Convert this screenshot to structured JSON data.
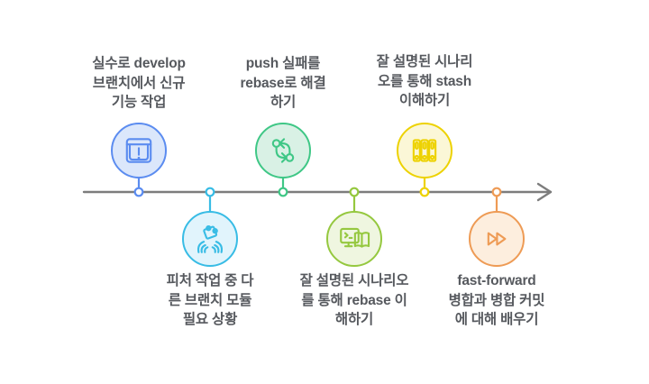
{
  "timeline": {
    "direction": "left-to-right",
    "axis_color": "#7d7d7d",
    "text_color": "#56595e",
    "items": [
      {
        "label": "실수로 develop\n브랜치에서 신규\n기능 작업",
        "icon": "window-alert-icon",
        "side": "top",
        "accent_color": "#5b8cf0",
        "fill_color": "#dbe7fb"
      },
      {
        "label": "피처 작업 중 다\n른 브랜치 모듈\n필요 상황",
        "icon": "hands-puzzle-icon",
        "side": "bottom",
        "accent_color": "#38bce5",
        "fill_color": "#e1f4fc"
      },
      {
        "label": "push 실패를\nrebase로 해결\n하기",
        "icon": "rebase-arrows-icon",
        "side": "top",
        "accent_color": "#3fc786",
        "fill_color": "#d9f1e5"
      },
      {
        "label": "잘 설명된 시나리오\n를 통해 rebase 이\n해하기",
        "icon": "monitor-book-icon",
        "side": "bottom",
        "accent_color": "#95c83f",
        "fill_color": "#eff6e0"
      },
      {
        "label": "잘 설명된 시나리\n오를 통해 stash\n이해하기",
        "icon": "binders-icon",
        "side": "top",
        "accent_color": "#edd202",
        "fill_color": "#fbf7d7"
      },
      {
        "label": "fast-forward\n병합과 병합 커밋\n에 대해 배우기",
        "icon": "fast-forward-icon",
        "side": "bottom",
        "accent_color": "#ee9b55",
        "fill_color": "#fdeede"
      }
    ]
  }
}
